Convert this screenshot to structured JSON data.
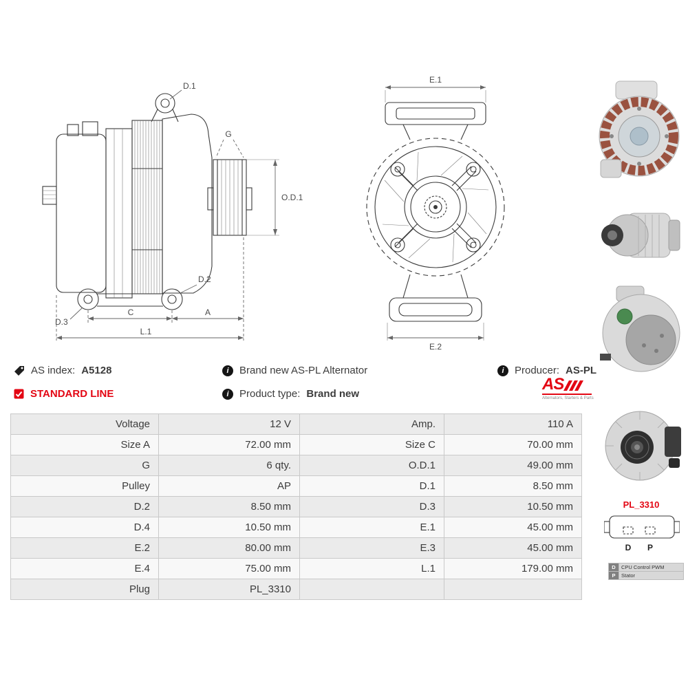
{
  "info": {
    "as_index_label": "AS index:",
    "as_index_value": "A5128",
    "brand_line": "Brand new AS-PL Alternator",
    "producer_label": "Producer:",
    "producer_value": "AS-PL",
    "standard_line": "STANDARD LINE",
    "product_type_label": "Product type:",
    "product_type_value": "Brand new"
  },
  "icons": {
    "info_glyph": "i",
    "check_glyph": "✓"
  },
  "logo": {
    "text": "AS",
    "tagline": "Alternators, Starters & Parts"
  },
  "drawing": {
    "d1": "D.1",
    "g": "G",
    "od1": "O.D.1",
    "d2": "D.2",
    "d3": "D.3",
    "c": "C",
    "a": "A",
    "l1": "L.1",
    "e1": "E.1",
    "e2": "E.2"
  },
  "plug": {
    "title": "PL_3310",
    "pin_d": "D",
    "pin_p": "P",
    "legend": {
      "d": "CPU Control PWM",
      "p": "Stator"
    }
  },
  "spec_table": {
    "rows": [
      {
        "l1": "Voltage",
        "v1": "12 V",
        "l2": "Amp.",
        "v2": "110 A"
      },
      {
        "l1": "Size A",
        "v1": "72.00 mm",
        "l2": "Size C",
        "v2": "70.00 mm"
      },
      {
        "l1": "G",
        "v1": "6 qty.",
        "l2": "O.D.1",
        "v2": "49.00 mm"
      },
      {
        "l1": "Pulley",
        "v1": "AP",
        "l2": "D.1",
        "v2": "8.50 mm"
      },
      {
        "l1": "D.2",
        "v1": "8.50 mm",
        "l2": "D.3",
        "v2": "10.50 mm"
      },
      {
        "l1": "D.4",
        "v1": "10.50 mm",
        "l2": "E.1",
        "v2": "45.00 mm"
      },
      {
        "l1": "E.2",
        "v1": "80.00 mm",
        "l2": "E.3",
        "v2": "45.00 mm"
      },
      {
        "l1": "E.4",
        "v1": "75.00 mm",
        "l2": "L.1",
        "v2": "179.00 mm"
      },
      {
        "l1": "Plug",
        "v1": "PL_3310",
        "l2": "",
        "v2": ""
      }
    ]
  }
}
